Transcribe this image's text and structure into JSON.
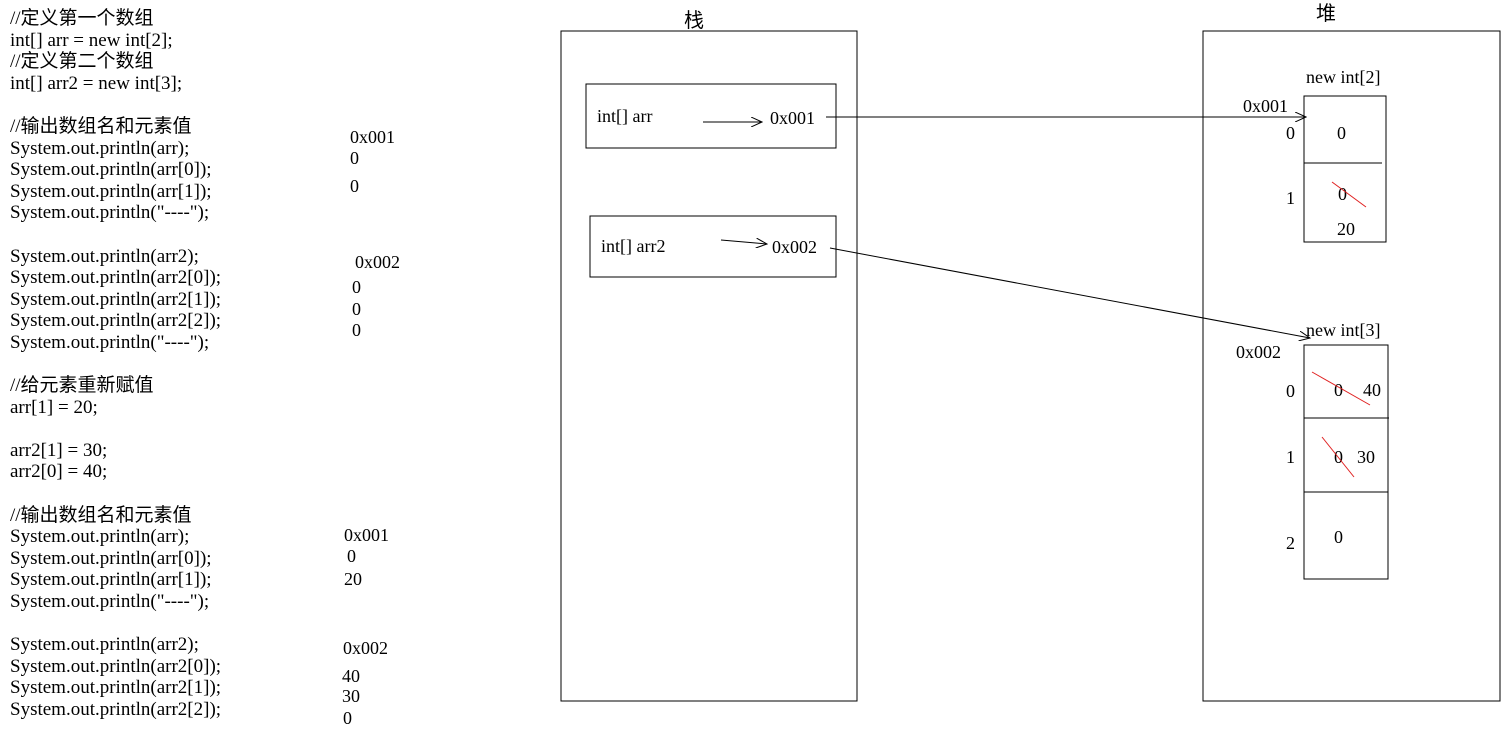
{
  "code_lines": [
    "//定义第一个数组",
    "int[] arr = new int[2];",
    "//定义第二个数组",
    "int[] arr2 = new int[3];",
    "",
    "//输出数组名和元素值",
    "System.out.println(arr);",
    "System.out.println(arr[0]);",
    "System.out.println(arr[1]);",
    "System.out.println(\"----\");",
    "",
    "System.out.println(arr2);",
    "System.out.println(arr2[0]);",
    "System.out.println(arr2[1]);",
    "System.out.println(arr2[2]);",
    "System.out.println(\"----\");",
    "",
    "//给元素重新赋值",
    "arr[1] = 20;",
    "",
    "arr2[1] = 30;",
    "arr2[0] = 40;",
    "",
    "//输出数组名和元素值",
    "System.out.println(arr);",
    "System.out.println(arr[0]);",
    "System.out.println(arr[1]);",
    "System.out.println(\"----\");",
    "",
    "System.out.println(arr2);",
    "System.out.println(arr2[0]);",
    "System.out.println(arr2[1]);",
    "System.out.println(arr2[2]);"
  ],
  "outputs_first": {
    "arr": "0x001",
    "arr0": "0",
    "arr1": "0",
    "arr2": "0x002",
    "arr2_0": "0",
    "arr2_1": "0",
    "arr2_2": "0"
  },
  "outputs_second": {
    "arr": "0x001",
    "arr0": "0",
    "arr1": "20",
    "arr2": "0x002",
    "arr2_0": "40",
    "arr2_1": "30",
    "arr2_2": "0"
  },
  "stack": {
    "title": "栈",
    "var1": {
      "label": "int[] arr",
      "address": "0x001"
    },
    "var2": {
      "label": "int[] arr2",
      "address": "0x002"
    }
  },
  "heap": {
    "title": "堆",
    "array1": {
      "label": "new int[2]",
      "address": "0x001",
      "indices": [
        "0",
        "1"
      ],
      "old_values": [
        "0",
        "0"
      ],
      "new_values": [
        "",
        "20"
      ]
    },
    "array2": {
      "label": "new int[3]",
      "address": "0x002",
      "indices": [
        "0",
        "1",
        "2"
      ],
      "old_values": [
        "0",
        "0",
        "0"
      ],
      "new_values": [
        "40",
        "30",
        ""
      ]
    }
  },
  "colors": {
    "line": "#000000",
    "strike": "#e02020"
  }
}
